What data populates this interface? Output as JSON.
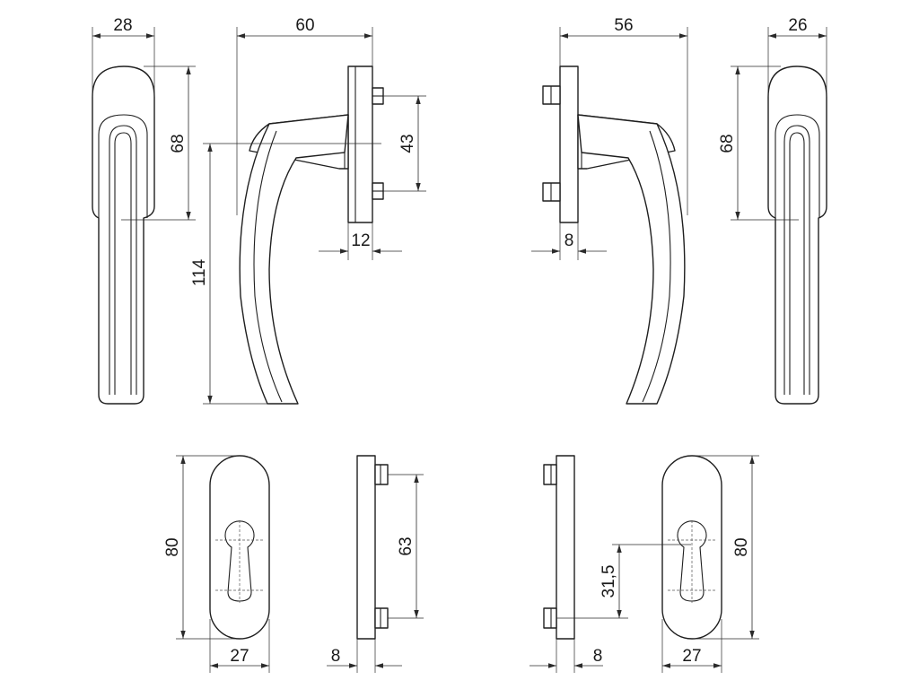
{
  "dimensions": {
    "handle_front_left_width": "28",
    "handle_front_left_rosette_height": "68",
    "handle_side_left_projection": "60",
    "handle_side_left_lever_height": "114",
    "handle_side_left_stud_spacing": "43",
    "handle_side_left_base_thickness": "12",
    "handle_side_right_projection": "56",
    "handle_side_right_base_thickness": "8",
    "handle_front_right_rosette_height": "68",
    "handle_front_right_width": "26",
    "plate_front_left_height": "80",
    "plate_front_left_width": "27",
    "plate_side_left_stud_spacing": "63",
    "plate_side_left_thickness": "8",
    "plate_side_right_thickness": "8",
    "plate_side_right_keyhole_offset": "31,5",
    "plate_front_right_height": "80",
    "plate_front_right_width": "27"
  }
}
